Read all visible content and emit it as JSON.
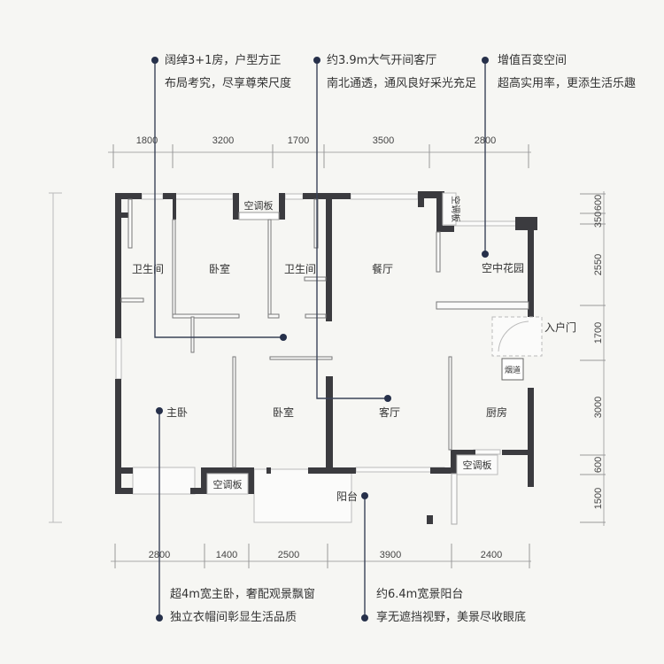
{
  "callouts": {
    "top": [
      {
        "line1": "阔绰3+1房，户型方正",
        "line2": "布局考究，尽享尊荣尺度"
      },
      {
        "line1": "约3.9m大气开间客厅",
        "line2": "南北通透，通风良好采光充足"
      },
      {
        "line1": "增值百变空间",
        "line2": "超高实用率，更添生活乐趣"
      }
    ],
    "bottom": [
      {
        "line1": "超4m宽主卧，奢配观景飘窗",
        "line2": "独立衣帽间彰显生活品质"
      },
      {
        "line1": "约6.4m宽景阳台",
        "line2": "享无遮挡视野，美景尽收眼底"
      }
    ]
  },
  "dimensions": {
    "top": [
      "1800",
      "3200",
      "1700",
      "3500",
      "2800"
    ],
    "bottom": [
      "2800",
      "1400",
      "2500",
      "3900",
      "2400"
    ],
    "right": [
      "350",
      "600",
      "2550",
      "1700",
      "3000",
      "600",
      "1500"
    ]
  },
  "rooms": {
    "bath1": "卫生间",
    "bedroom1": "卧室",
    "bath2": "卫生间",
    "dining": "餐厅",
    "garden": "空中花园",
    "entrance": "入户门",
    "flue": "烟道",
    "master": "主卧",
    "bedroom2": "卧室",
    "living": "客厅",
    "kitchen": "厨房",
    "balcony": "阳台",
    "ac1": "空调板",
    "ac2": "空调板",
    "ac3": "空调板",
    "ac4": "空调板"
  },
  "colors": {
    "wall": "#3b3b3f",
    "callout": "#26304a"
  }
}
